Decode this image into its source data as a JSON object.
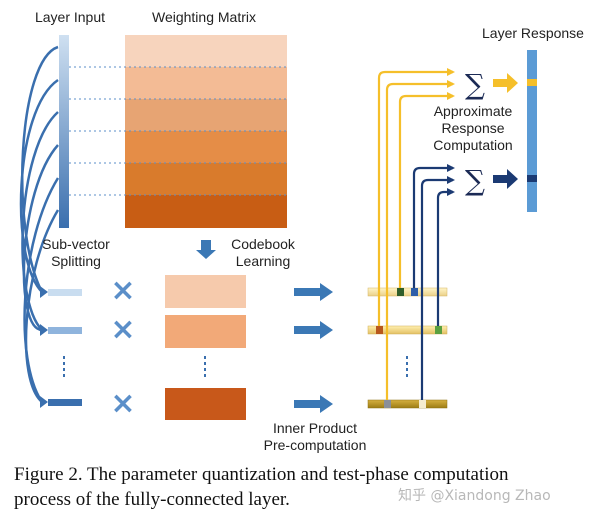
{
  "labels": {
    "layer_input": "Layer Input",
    "weighting_matrix": "Weighting Matrix",
    "layer_response": "Layer Response",
    "approximate_response_computation": [
      "Approximate",
      "Response",
      "Computation"
    ],
    "subvector_splitting": [
      "Sub-vector",
      "Splitting"
    ],
    "codebook_learning": [
      "Codebook",
      "Learning"
    ],
    "inner_product_precomputation": [
      "Inner Product",
      "Pre-computation"
    ]
  },
  "symbols": {
    "sum": "∑",
    "times": "×"
  },
  "caption": [
    "Figure 2. The parameter quantization and test-phase computation",
    "process of the fully-connected layer."
  ],
  "watermark": "知乎 @Xiandong Zhao",
  "colors": {
    "input_top": "#c9ddf0",
    "input_bottom": "#3a6fae",
    "matrix_bands": [
      "#f7d0b8",
      "#f2b48c",
      "#e9a270",
      "#e68a44",
      "#d97a2a",
      "#c85d14"
    ],
    "codewords": [
      "#f6c9ac",
      "#f2a978",
      "#c8581a"
    ],
    "yellow": "#f5bf2a",
    "navy": "#1b3a73",
    "blue_arrow": "#3b78b5"
  }
}
